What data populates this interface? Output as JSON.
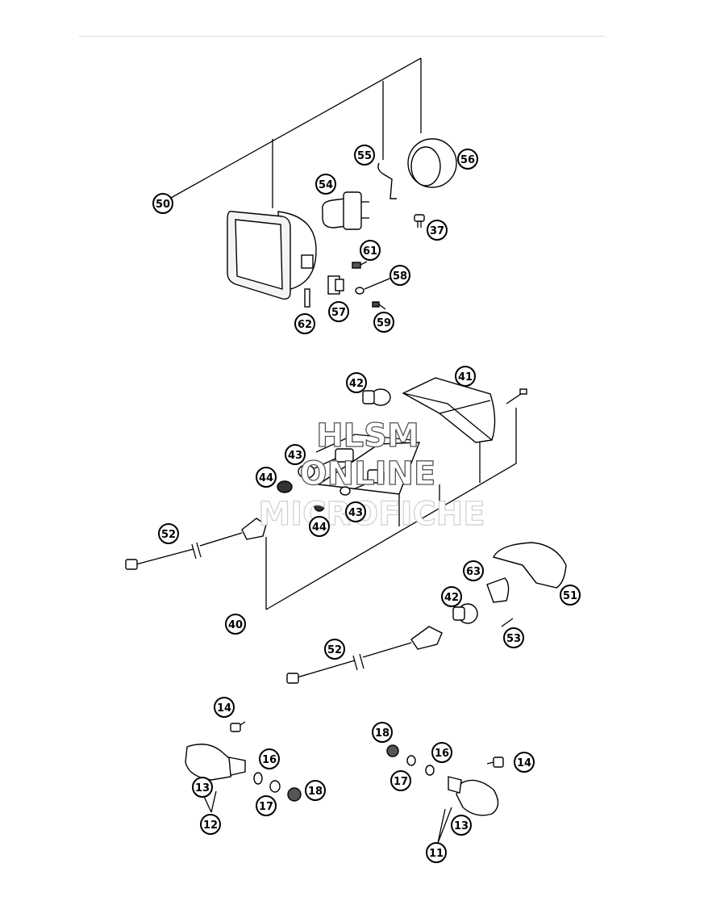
{
  "watermark": {
    "line1": "HLSM",
    "line2": "ONLINE",
    "line3": "MICROFICHE"
  },
  "callouts": [
    {
      "id": "c50",
      "label": "50"
    },
    {
      "id": "c55",
      "label": "55"
    },
    {
      "id": "c56",
      "label": "56"
    },
    {
      "id": "c54",
      "label": "54"
    },
    {
      "id": "c37",
      "label": "37"
    },
    {
      "id": "c61",
      "label": "61"
    },
    {
      "id": "c58",
      "label": "58"
    },
    {
      "id": "c57",
      "label": "57"
    },
    {
      "id": "c62",
      "label": "62"
    },
    {
      "id": "c59",
      "label": "59"
    },
    {
      "id": "c42a",
      "label": "42"
    },
    {
      "id": "c41",
      "label": "41"
    },
    {
      "id": "c43a",
      "label": "43"
    },
    {
      "id": "c44a",
      "label": "44"
    },
    {
      "id": "c43b",
      "label": "43"
    },
    {
      "id": "c44b",
      "label": "44"
    },
    {
      "id": "c52a",
      "label": "52"
    },
    {
      "id": "c63",
      "label": "63"
    },
    {
      "id": "c51",
      "label": "51"
    },
    {
      "id": "c42b",
      "label": "42"
    },
    {
      "id": "c53",
      "label": "53"
    },
    {
      "id": "c40",
      "label": "40"
    },
    {
      "id": "c52b",
      "label": "52"
    },
    {
      "id": "c14a",
      "label": "14"
    },
    {
      "id": "c16a",
      "label": "16"
    },
    {
      "id": "c13a",
      "label": "13"
    },
    {
      "id": "c18a",
      "label": "18"
    },
    {
      "id": "c17a",
      "label": "17"
    },
    {
      "id": "c12",
      "label": "12"
    },
    {
      "id": "c18b",
      "label": "18"
    },
    {
      "id": "c16b",
      "label": "16"
    },
    {
      "id": "c14b",
      "label": "14"
    },
    {
      "id": "c17b",
      "label": "17"
    },
    {
      "id": "c13b",
      "label": "13"
    },
    {
      "id": "c11",
      "label": "11"
    }
  ]
}
